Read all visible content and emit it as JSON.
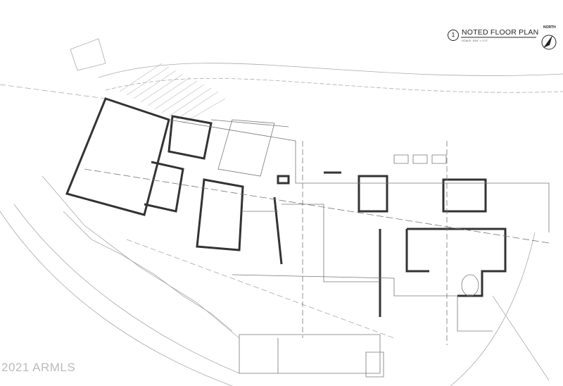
{
  "plan": {
    "number": "1",
    "title": "NOTED FLOOR PLAN",
    "scale": "SCALE: 3/16\" = 1'-0\"",
    "north_label": "NORTH"
  },
  "watermark": "2021 ARMLS",
  "colors": {
    "wall": "#333333",
    "line": "#9a9a9a",
    "background": "#ffffff"
  }
}
